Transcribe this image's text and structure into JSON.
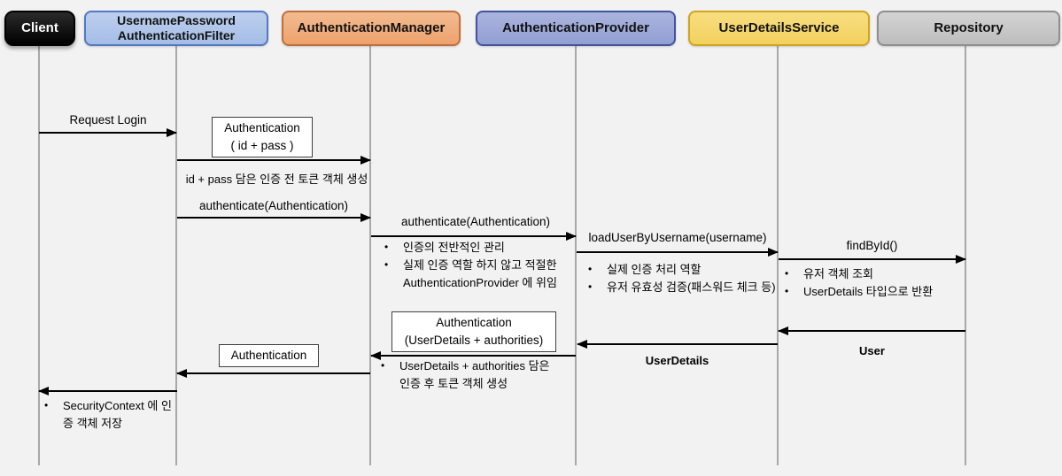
{
  "diagram_type": "sequence-diagram",
  "topic": "Spring Security authentication flow",
  "colors": {
    "background": "#f2f2f2",
    "lifeline": "#a8a8a8",
    "arrow": "#000000",
    "client_fill": "#000000",
    "filter_fill": "#aec4e8",
    "filter_border": "#5479c1",
    "manager_fill": "#f0ab7c",
    "manager_border": "#c06f3c",
    "provider_fill": "#9ea9d8",
    "provider_border": "#41549f",
    "uds_fill": "#f5d76e",
    "uds_border": "#cfa51d",
    "repo_fill": "#c9c9c9",
    "repo_border": "#8e8e8e"
  },
  "actors": [
    {
      "id": "client",
      "label": "Client"
    },
    {
      "id": "filter",
      "label_line1": "UsernamePassword",
      "label_line2": "AuthenticationFilter"
    },
    {
      "id": "manager",
      "label": "AuthenticationManager"
    },
    {
      "id": "provider",
      "label": "AuthenticationProvider"
    },
    {
      "id": "uds",
      "label": "UserDetailsService"
    },
    {
      "id": "repo",
      "label": "Repository"
    }
  ],
  "messages": {
    "request_login": "Request Login",
    "create_token_caption": "id + pass 담은 인증 전 토큰 객체 생성",
    "authenticate_filter_to_manager": "authenticate(Authentication)",
    "authenticate_manager_to_provider": "authenticate(Authentication)",
    "load_user_by_username": "loadUserByUsername(username)",
    "find_by_id": "findById()",
    "return_user": "User",
    "return_userdetails": "UserDetails"
  },
  "note_boxes": {
    "pre_auth_token_line1": "Authentication",
    "pre_auth_token_line2": "( id + pass )",
    "post_auth_token_line1": "Authentication",
    "post_auth_token_line2": "(UserDetails +  authorities)",
    "return_authentication": "Authentication"
  },
  "bullet_notes": {
    "manager_role": [
      "인증의 전반적인 관리",
      "실제 인증 역할 하지 않고 적절한 AuthenticationProvider 에 위임"
    ],
    "provider_role": [
      "실제 인증 처리 역할",
      "유저 유효성 검증(패스워드 체크 등)"
    ],
    "uds_role": [
      "유저 객체 조회",
      "UserDetails 타입으로 반환"
    ],
    "manager_post_auth": [
      "UserDetails +  authorities 담은 인증 후 토큰 객체 생성"
    ],
    "client_post_auth": [
      "SecurityContext 에 인증 객체 저장"
    ]
  }
}
